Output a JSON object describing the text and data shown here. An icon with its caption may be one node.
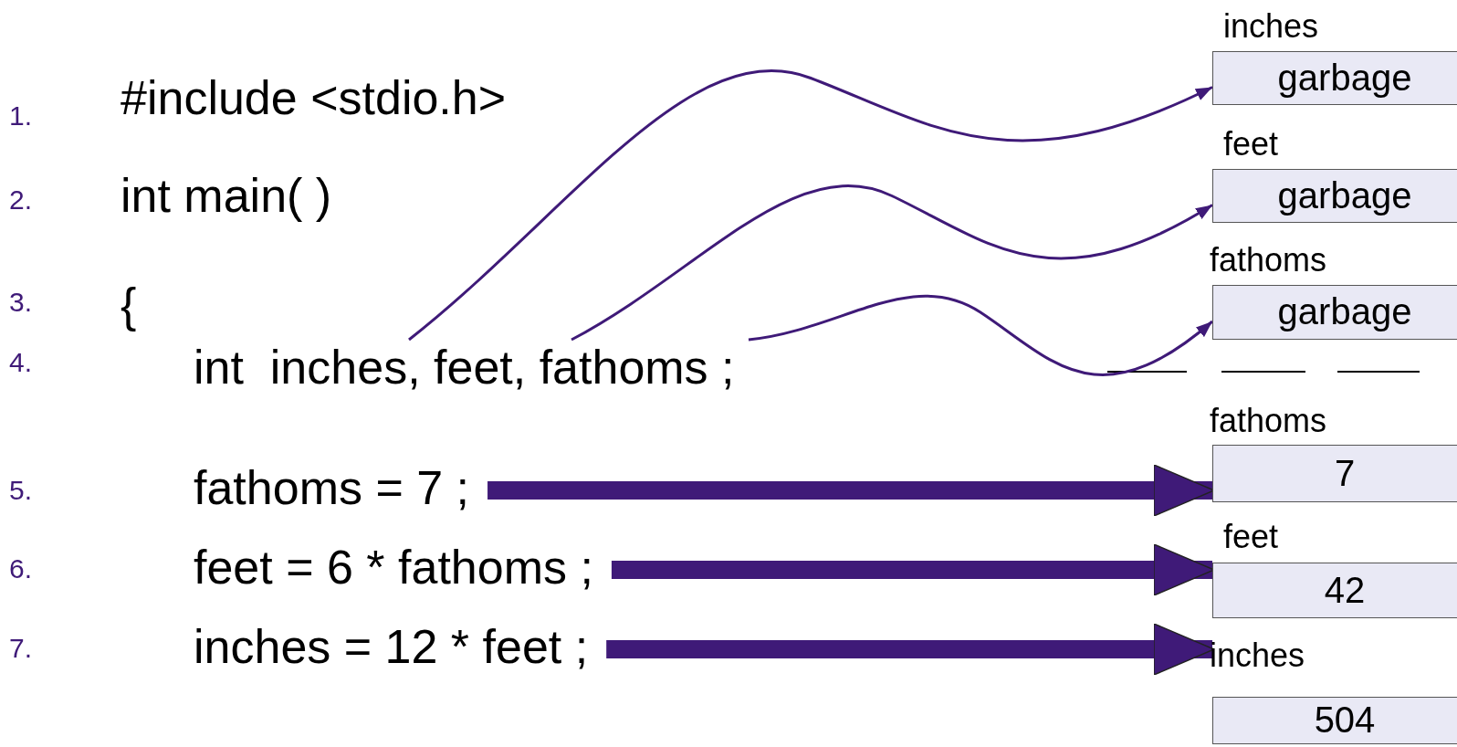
{
  "diagram": {
    "nodes": [
      {
        "text": [
          "inches",
          "garbage"
        ]
      },
      {
        "text": [
          "feet",
          "garbage"
        ]
      },
      {
        "text": [
          "fathoms",
          "garbage"
        ]
      },
      {
        "text": [
          "int  inches, feet, fathoms ;"
        ]
      },
      {
        "text": [
          "fathoms = 7 ;"
        ]
      },
      {
        "text": [
          "feet = 6 * fathoms ;"
        ]
      },
      {
        "text": [
          "inches = 12 * feet ;"
        ]
      },
      {
        "text": [
          "fathoms",
          "7"
        ]
      },
      {
        "text": [
          "feet",
          "42"
        ]
      },
      {
        "text": [
          "inches",
          "504"
        ]
      }
    ],
    "edges": [
      {
        "from": 3,
        "to": 0,
        "arrow": "to"
      },
      {
        "from": 3,
        "to": 1,
        "arrow": "to"
      },
      {
        "from": 3,
        "to": 2,
        "arrow": "to"
      },
      {
        "from": 4,
        "to": 7,
        "arrow": "to",
        "style": "thick"
      },
      {
        "from": 5,
        "to": 8,
        "arrow": "to",
        "style": "thick"
      },
      {
        "from": 6,
        "to": 9,
        "arrow": "to",
        "style": "thick"
      }
    ],
    "labels": [
      "1.",
      "#include <stdio.h>",
      "2.",
      "int main( )",
      "3.",
      "{",
      "4.",
      "5.",
      "6.",
      "7."
    ]
  }
}
